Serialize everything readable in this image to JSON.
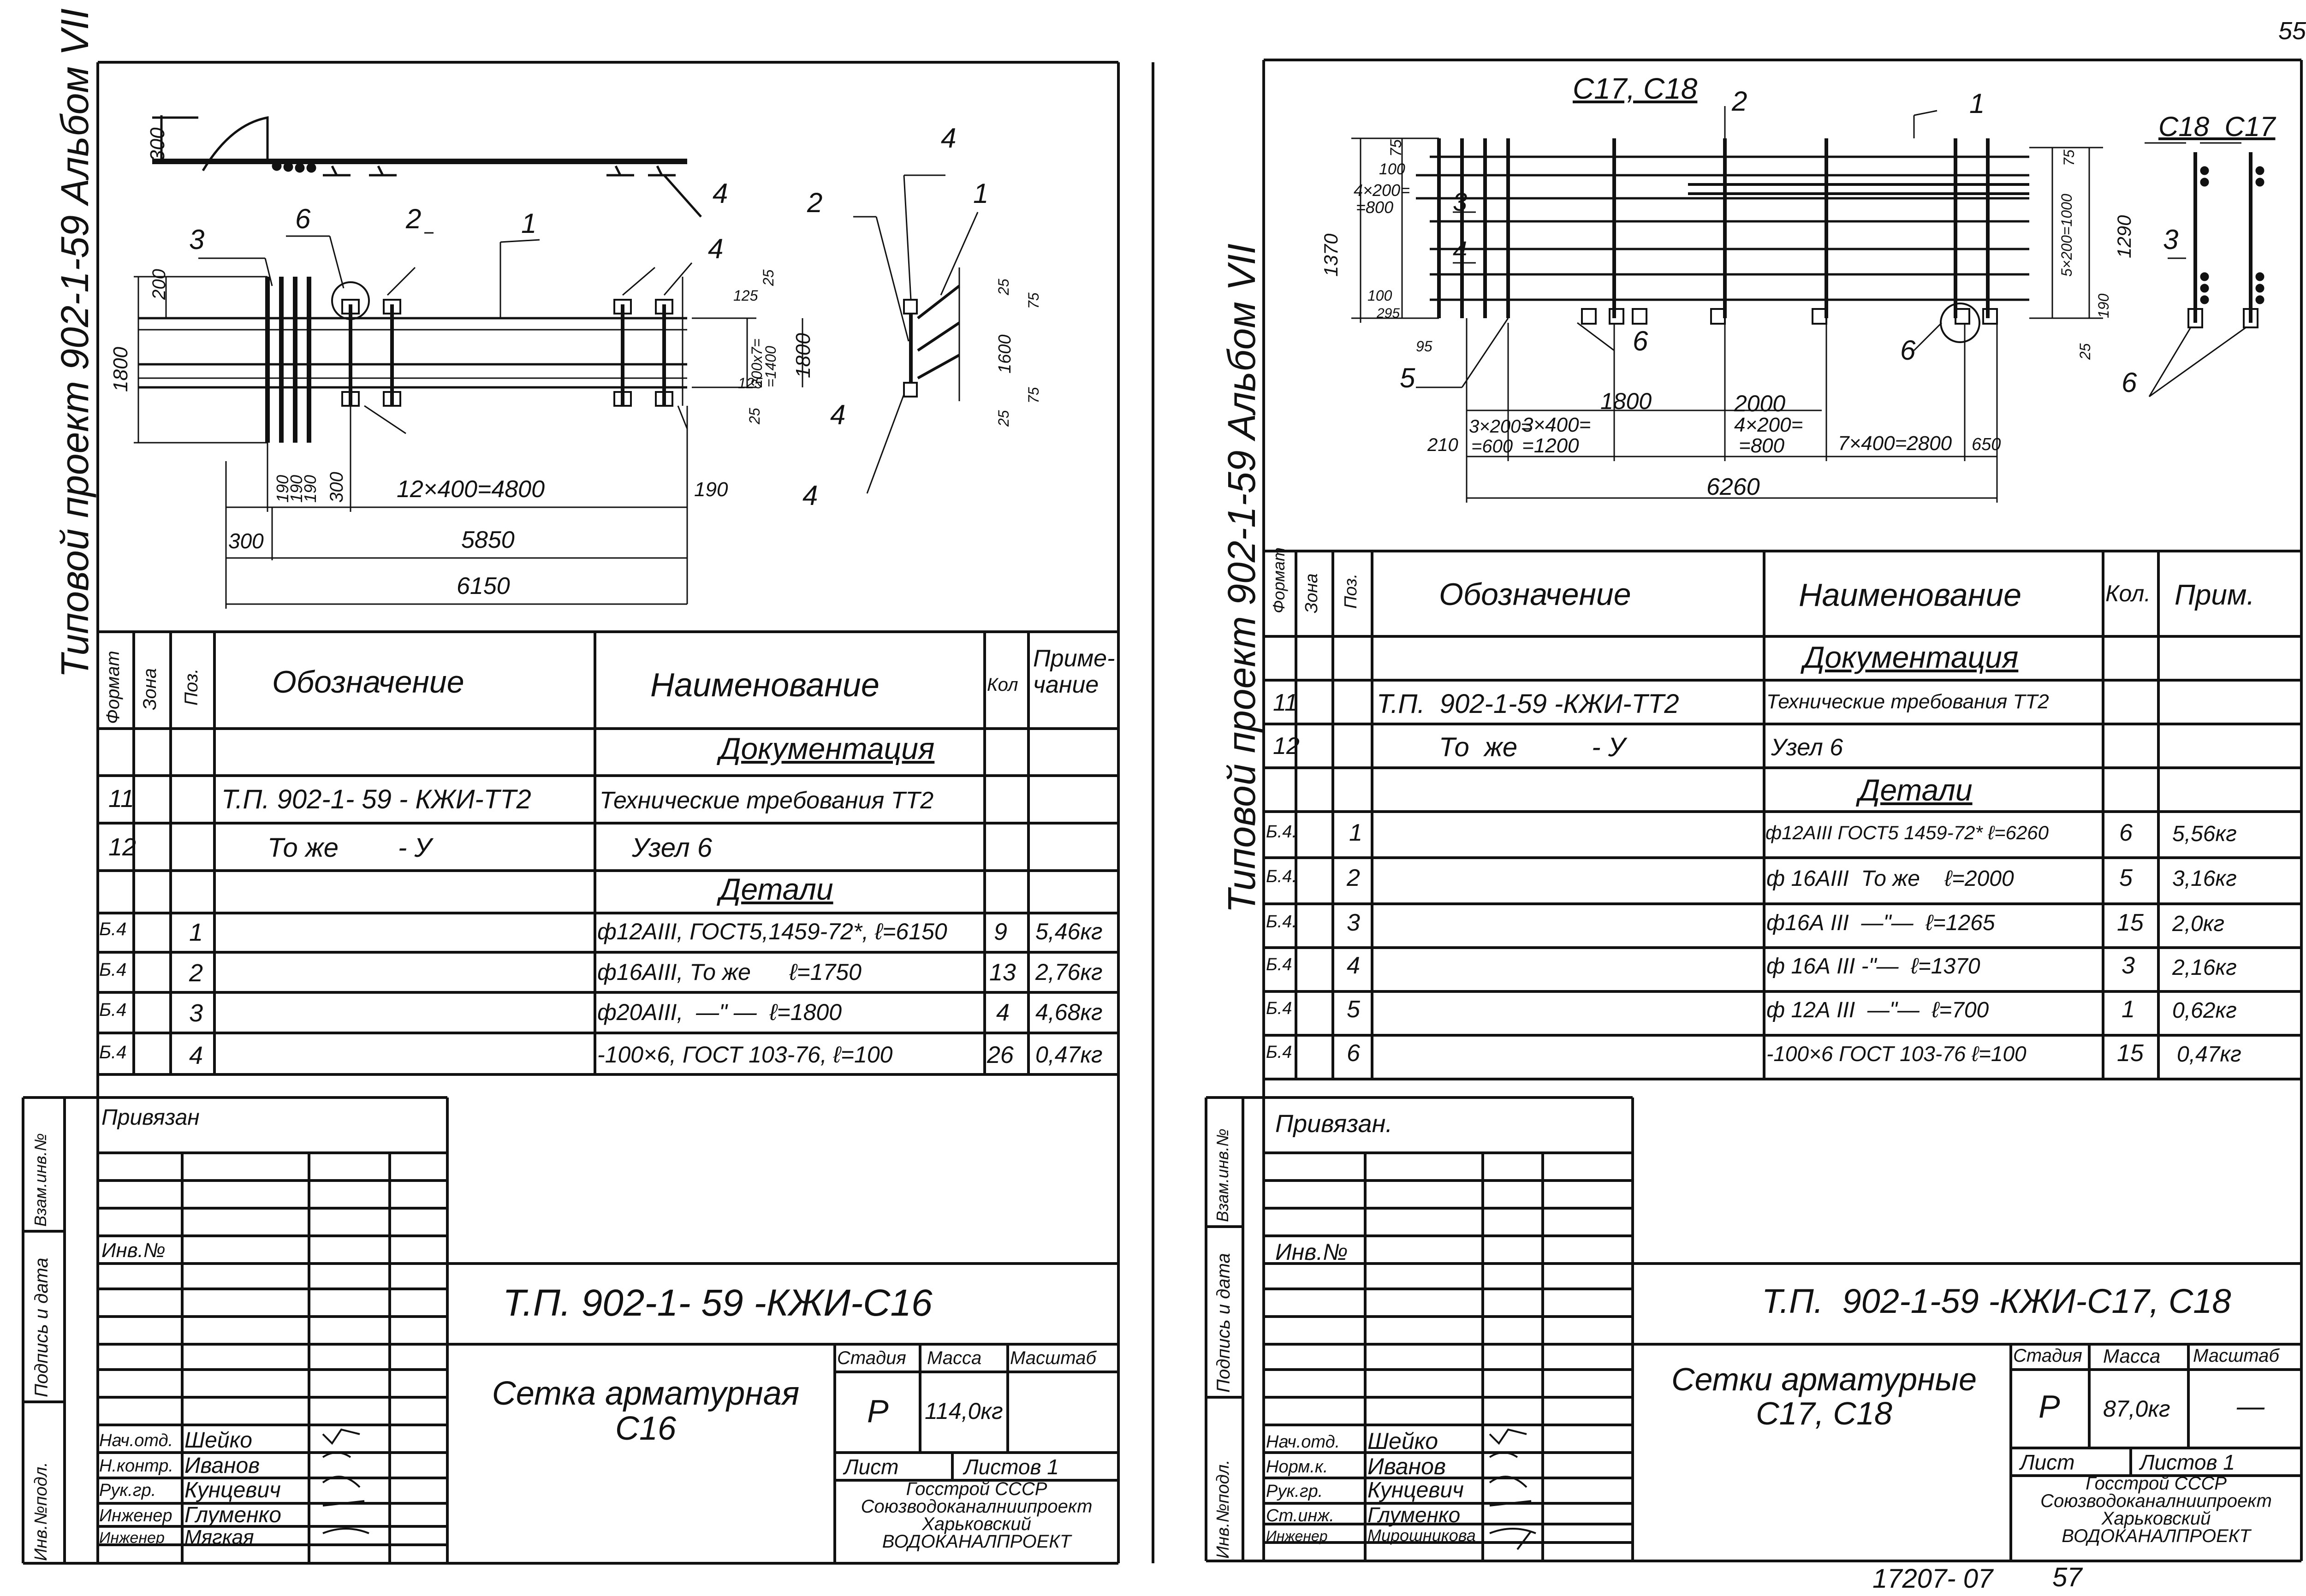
{
  "page_number": "55",
  "bottom_number": "17207- 07",
  "bottom_page": "57",
  "left": {
    "side_title": "Типовой проект 902-1-59  Альбом VII",
    "tl": {
      "d300": "300",
      "d200": "200",
      "d1800": "1800",
      "d1800r": "1800",
      "d125a": "125",
      "d25a": "25",
      "d200x7": "200x7=",
      "d1400": "=1400",
      "d125b": "125",
      "d25b": "25",
      "d190a": "190",
      "d190b": "190",
      "d190c": "190",
      "d300b": "300",
      "span1": "12×400=4800",
      "d190r": "190",
      "s300": "300",
      "span2": "5850",
      "span3": "6150",
      "c3": "3",
      "c6": "6",
      "c2": "2",
      "c1": "1",
      "c4a": "4",
      "c4b": "4",
      "c4c": "4"
    },
    "detail": {
      "c4t": "4",
      "c2": "2",
      "c1": "1",
      "c4b": "4",
      "d25a": "25",
      "d1600": "1600",
      "d75a": "75",
      "d75b": "75",
      "d25b": "25"
    },
    "spec": {
      "h_format": "Формат",
      "h_zone": "Зона",
      "h_pos": "Поз.",
      "h_desig": "Обозначение",
      "h_name": "Наименование",
      "h_qty": "Кол",
      "h_note": "Приме-\nчание",
      "sec_doc": "Документация",
      "sec_det": "Детали",
      "rows": [
        {
          "f": "11",
          "z": "",
          "p": "",
          "d": "Т.П. 902-1- 59 - КЖИ-ТТ2",
          "n": "Технические требования ТТ2",
          "q": "",
          "note": ""
        },
        {
          "f": "12",
          "z": "",
          "p": "",
          "d": "То же        - У",
          "n": "Узел 6",
          "q": "",
          "note": ""
        },
        {
          "f": "Б.4",
          "z": "",
          "p": "1",
          "d": "",
          "n": "ф12АIII, ГОСТ5,1459-72*, ℓ=6150",
          "q": "9",
          "note": "5,46кг"
        },
        {
          "f": "Б.4",
          "z": "",
          "p": "2",
          "d": "",
          "n": "ф16АIII, То же      ℓ=1750",
          "q": "13",
          "note": "2,76кг"
        },
        {
          "f": "Б.4",
          "z": "",
          "p": "3",
          "d": "",
          "n": "ф20АIII,  —\" —  ℓ=1800",
          "q": "4",
          "note": "4,68кг"
        },
        {
          "f": "Б.4",
          "z": "",
          "p": "4",
          "d": "",
          "n": "-100×6, ГОСТ 103-76, ℓ=100",
          "q": "26",
          "note": "0,47кг"
        }
      ]
    },
    "stamp": {
      "side_a": "Взам.инв.№",
      "side_b": "Подпись и дата",
      "side_c": "Инв.№подл.",
      "privyazan": "Привязан",
      "inv": "Инв.№",
      "code": "Т.П. 902-1- 59 -КЖИ-С16",
      "title": "Сетка арматурная\nС16",
      "stage_h": "Стадия",
      "mass_h": "Масса",
      "scale_h": "Масштаб",
      "stage": "Р",
      "mass": "114,0кг",
      "scale": "",
      "list_l": "Лист",
      "lists_l": "Листов 1",
      "org": "Госстрой СССР\nСоюзводоканалниипроект\nХарьковский\nВОДОКАНАЛПРОЕКТ",
      "people": [
        {
          "role": "Нач.отд.",
          "name": "Шейко"
        },
        {
          "role": "Н.контр.",
          "name": "Иванов"
        },
        {
          "role": "Рук.гр.",
          "name": "Кунцевич"
        },
        {
          "role": "Инженер",
          "name": "Глуменко"
        },
        {
          "role": "Инженер",
          "name": "Мягкая"
        }
      ]
    }
  },
  "right": {
    "side_title": "Типовой проект 902-1-59  Альбом VII",
    "tr": {
      "lbl_c17c18": "С17, С18",
      "lbl_c18c17": "С18  С17",
      "c2": "2",
      "c1": "1",
      "c3": "3",
      "c4": "4",
      "c3r": "3",
      "c5": "5",
      "c6a": "6",
      "c6b": "6",
      "c6r": "6",
      "d75": "75",
      "d100": "100",
      "d4x200": "4×200=",
      "d800": "=800",
      "d1370": "1370",
      "d100b": "100",
      "d295": "295",
      "d95": "95",
      "r75": "75",
      "r5x200": "5×200=1000",
      "r1290": "1290",
      "r190": "190",
      "r25": "25",
      "d1800": "1800",
      "d2000": "2000",
      "d210": "210",
      "d3x200": "3×200=",
      "d600": "=600",
      "d3x400": "3×400=",
      "d1200": "=1200",
      "d4x200b": "4×200=",
      "d800b": "=800",
      "d7x400": "7×400=2800",
      "d650": "650",
      "d6260": "6260"
    },
    "spec": {
      "h_format": "Формат",
      "h_zone": "Зона",
      "h_pos": "Поз.",
      "h_desig": "Обозначение",
      "h_name": "Наименование",
      "h_qty": "Кол.",
      "h_note": "Прим.",
      "sec_doc": "Документация",
      "sec_det": "Детали",
      "rows": [
        {
          "f": "11",
          "z": "",
          "p": "",
          "d": "Т.П.  902-1-59 -КЖИ-ТТ2",
          "n": "Технические требования ТТ2",
          "q": "",
          "note": ""
        },
        {
          "f": "12",
          "z": "",
          "p": "",
          "d": "То  же          - У",
          "n": "Узел 6",
          "q": "",
          "note": ""
        },
        {
          "f": "Б.4.",
          "z": "",
          "p": "1",
          "d": "",
          "n": "ф12АIII ГОСТ5 1459-72* ℓ=6260",
          "q": "6",
          "note": "5,56кг"
        },
        {
          "f": "Б.4.",
          "z": "",
          "p": "2",
          "d": "",
          "n": "ф 16АIII  То же    ℓ=2000",
          "q": "5",
          "note": "3,16кг"
        },
        {
          "f": "Б.4.",
          "z": "",
          "p": "3",
          "d": "",
          "n": "ф16А III  —\"—  ℓ=1265",
          "q": "15",
          "note": "2,0кг"
        },
        {
          "f": "Б.4",
          "z": "",
          "p": "4",
          "d": "",
          "n": "ф 16А III -\"—  ℓ=1370",
          "q": "3",
          "note": "2,16кг"
        },
        {
          "f": "Б.4",
          "z": "",
          "p": "5",
          "d": "",
          "n": "ф 12А III  —\"—  ℓ=700",
          "q": "1",
          "note": "0,62кг"
        },
        {
          "f": "Б.4",
          "z": "",
          "p": "6",
          "d": "",
          "n": "-100×6 ГОСТ 103-76 ℓ=100",
          "q": "15",
          "note": "0,47кг"
        }
      ]
    },
    "stamp": {
      "side_a": "Взам.инв.№",
      "side_b": "Подпись и дата",
      "side_c": "Инв.№подл.",
      "privyazan": "Привязан.",
      "inv": "Инв.№",
      "code": "Т.П.  902-1-59 -КЖИ-С17, С18",
      "title": "Сетки арматурные\nС17, С18",
      "stage_h": "Стадия",
      "mass_h": "Масса",
      "scale_h": "Масштаб",
      "stage": "Р",
      "mass": "87,0кг",
      "scale": "—",
      "list_l": "Лист",
      "lists_l": "Листов 1",
      "org": "Госстрой СССР\nСоюзводоканалниипроект\nХарьковский\nВОДОКАНАЛПРОЕКТ",
      "people": [
        {
          "role": "Нач.отд.",
          "name": "Шейко"
        },
        {
          "role": "Норм.к.",
          "name": "Иванов"
        },
        {
          "role": "Рук.гр.",
          "name": "Кунцевич"
        },
        {
          "role": "Ст.инж.",
          "name": "Глуменко"
        },
        {
          "role": "Инженер",
          "name": "Мирошникова"
        }
      ]
    }
  }
}
